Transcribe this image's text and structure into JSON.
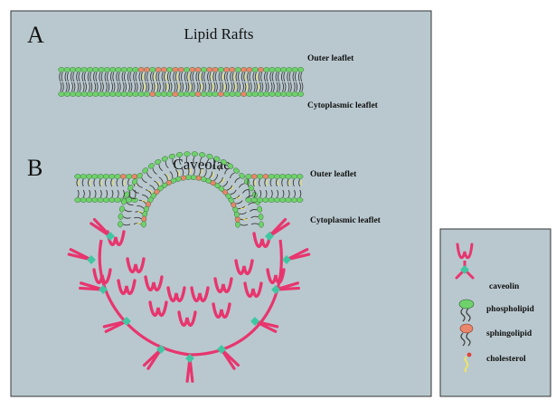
{
  "panel_a": {
    "letter": "A",
    "title": "Lipid Rafts",
    "outer_label": "Outer leaflet",
    "inner_label": "Cytoplasmic leaflet"
  },
  "panel_b": {
    "letter": "B",
    "title": "Caveolae",
    "outer_label": "Outer leaflet",
    "inner_label": "Cytoplasmic leaflet"
  },
  "legend": {
    "items": [
      {
        "icon": "caveolin-icon",
        "label": "caveolin"
      },
      {
        "icon": "phospholipid-icon",
        "label": "phospholipid"
      },
      {
        "icon": "sphingolipid-icon",
        "label": "sphingolipid"
      },
      {
        "icon": "cholesterol-icon",
        "label": "cholesterol"
      }
    ]
  },
  "colors": {
    "background": "#b9c8cf",
    "phospholipid_head": "#6fd16b",
    "sphingolipid_head": "#e9866b",
    "tail": "#3a3a3a",
    "cholesterol": "#f2e65a",
    "caveolin": "#e8356e",
    "caveolin_joint": "#3fc7a2"
  }
}
